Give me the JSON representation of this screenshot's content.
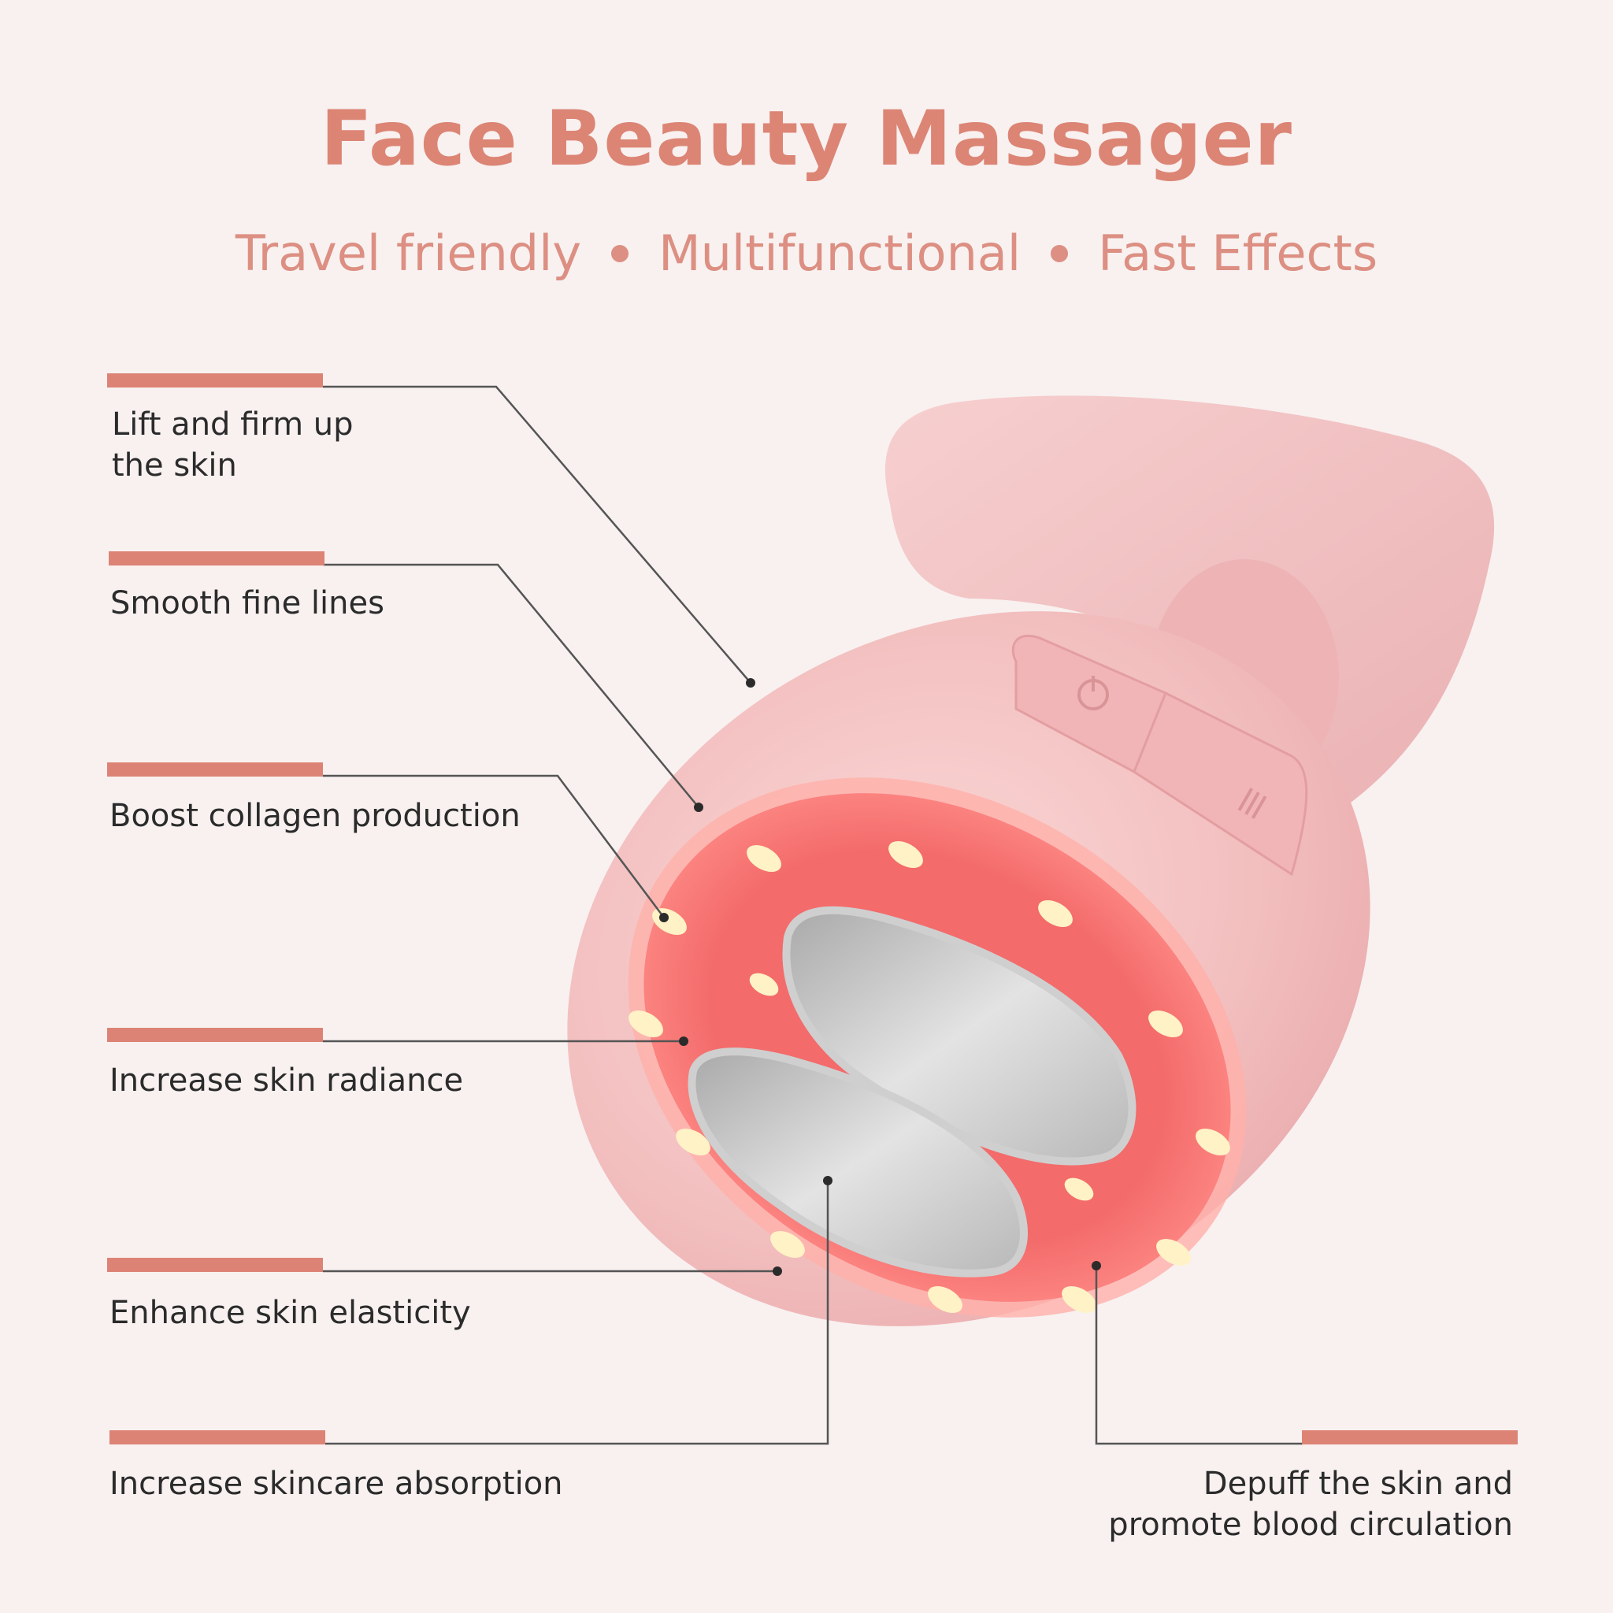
{
  "title": "Face Beauty Massager",
  "subtitle": {
    "items": [
      "Travel friendly",
      "Multifunctional",
      "Fast Effects"
    ]
  },
  "features": [
    {
      "text": "Lift and firm up\nthe skin"
    },
    {
      "text": "Smooth fine lines"
    },
    {
      "text": "Boost collagen production"
    },
    {
      "text": "Increase skin radiance"
    },
    {
      "text": "Enhance skin elasticity"
    },
    {
      "text": "Increase skincare absorption"
    },
    {
      "text": "Depuff the skin and\npromote blood circulation"
    }
  ],
  "colors": {
    "accent": "#dd8375",
    "background": "#f8f1f0",
    "device_body": "#f4c2c2",
    "led_ring": "#f26f6f"
  },
  "icons": [
    "power-icon",
    "mode-icon"
  ]
}
